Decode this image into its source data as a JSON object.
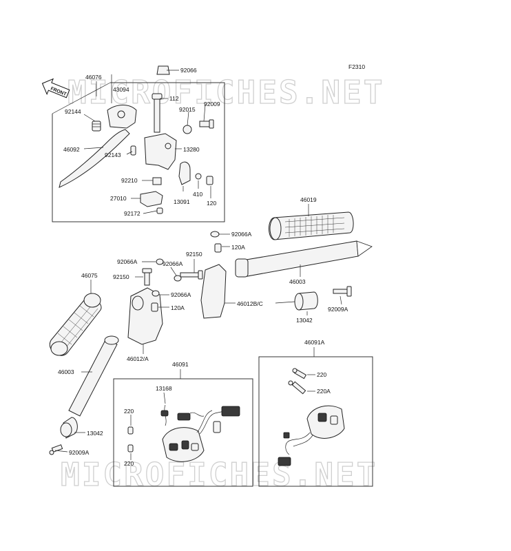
{
  "figure_code": "F2310",
  "watermark": "MICROFICHES.NET",
  "front_label": "FRONT",
  "labels": {
    "p46076": "46076",
    "p92066_top": "92066",
    "p43094": "43094",
    "p112": "112",
    "p92015": "92015",
    "p92009": "92009",
    "p92144": "92144",
    "p46092": "46092",
    "p92143": "92143",
    "p13280": "13280",
    "p92210": "92210",
    "p410": "410",
    "p27010": "27010",
    "p13091": "13091",
    "p120": "120",
    "p92172": "92172",
    "p46019": "46019",
    "p92066A_r": "92066A",
    "p120A_r": "120A",
    "p92150_r": "92150",
    "p92066A_l": "92066A",
    "p92066A_m": "92066A",
    "p92150_l": "92150",
    "p46003_r": "46003",
    "p46075": "46075",
    "p92066A_b": "92066A",
    "p120A_b": "120A",
    "p46012BC": "46012B/C",
    "p92009A_r": "92009A",
    "p13042_r": "13042",
    "p46012A": "46012/A",
    "p46091A": "46091A",
    "p46003_l": "46003",
    "p46091": "46091",
    "p13168": "13168",
    "p220_r": "220",
    "p220A": "220A",
    "p220_l1": "220",
    "p13042_l": "13042",
    "p220_l2": "220",
    "p92009A_l": "92009A"
  }
}
